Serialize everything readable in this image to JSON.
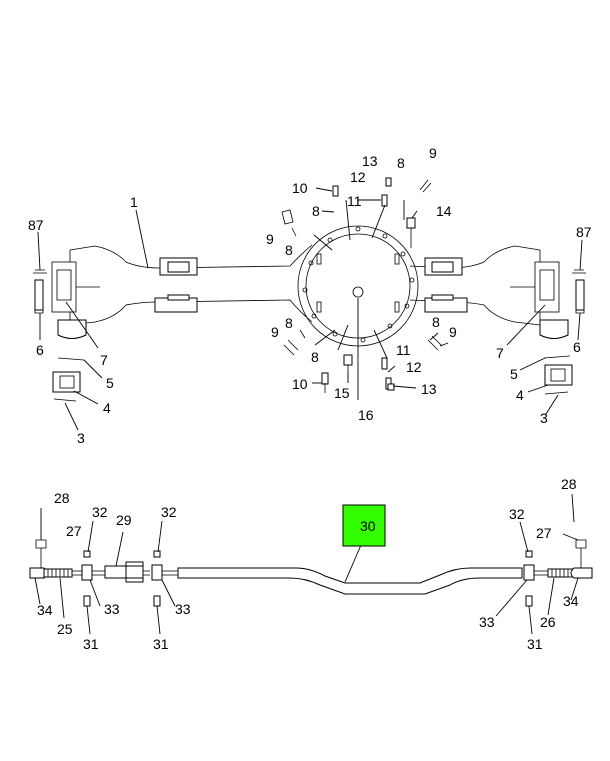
{
  "highlight": {
    "label": "30",
    "color": "#33ff00"
  },
  "callouts": {
    "c1": "1",
    "c87l": "87",
    "c87r": "87",
    "c6l": "6",
    "c7l": "7",
    "c5l": "5",
    "c4l": "4",
    "c3l": "3",
    "c6r": "6",
    "c7r": "7",
    "c5r": "5",
    "c4r": "4",
    "c3r": "3",
    "c13t": "13",
    "c8t": "8",
    "c9t": "9",
    "c12t": "12",
    "c10t": "10",
    "c11t": "11",
    "c8t2": "8",
    "c14": "14",
    "c9l": "9",
    "c8l": "8",
    "c9lb": "9",
    "c8lb": "8",
    "c8lb2": "8",
    "c10b": "10",
    "c15": "15",
    "c16": "16",
    "c11b": "11",
    "c12b": "12",
    "c13b": "13",
    "c8rb": "8",
    "c9rb": "9",
    "c28l": "28",
    "c27l": "27",
    "c32a": "32",
    "c29": "29",
    "c32b": "32",
    "c34l": "34",
    "c25": "25",
    "c33a": "33",
    "c33b": "33",
    "c31a": "31",
    "c31b": "31",
    "c32r": "32",
    "c28r": "28",
    "c27r": "27",
    "c33r": "33",
    "c26": "26",
    "c34r": "34",
    "c31r": "31"
  }
}
